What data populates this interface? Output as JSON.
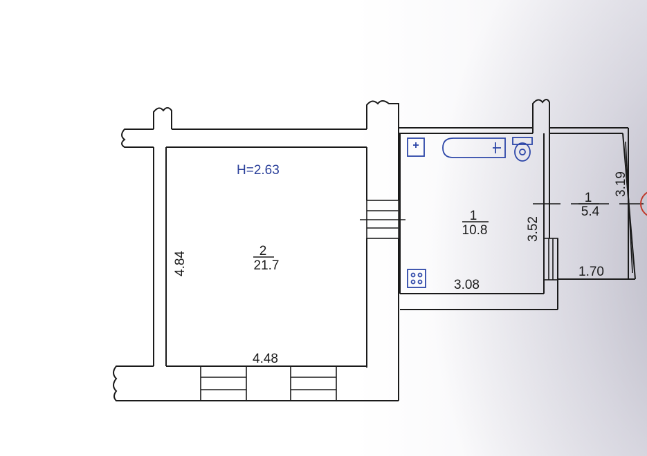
{
  "ceiling_height": "H=2.63",
  "rooms": [
    {
      "number": "2",
      "area": "21.7"
    },
    {
      "number": "1",
      "area": "10.8"
    },
    {
      "number": "1",
      "area": "5.4"
    }
  ],
  "dimensions": {
    "room2_width": "4.48",
    "room2_height": "4.84",
    "kitchen_width": "3.08",
    "kitchen_height": "3.52",
    "balcony_width": "1.70",
    "balcony_height": "3.19"
  },
  "colors": {
    "wall": "#1a1a1a",
    "fixtures": "#2c46a8",
    "marker": "#c0392b"
  },
  "icons": [
    "sink-icon",
    "bathtub-icon",
    "toilet-icon",
    "stove-icon",
    "entry-marker-icon"
  ]
}
